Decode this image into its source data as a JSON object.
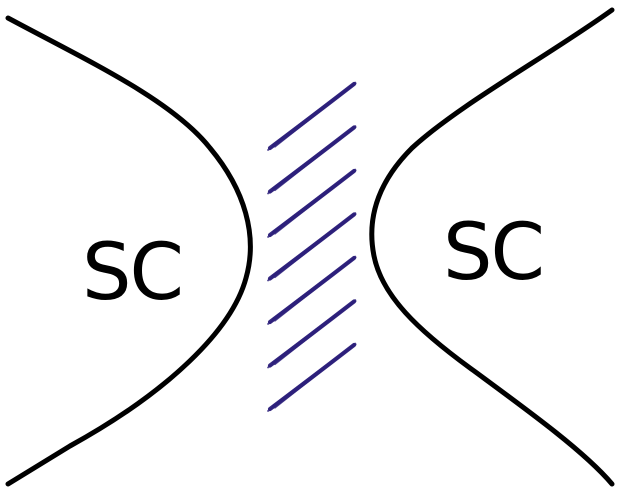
{
  "regions": {
    "left": {
      "label": "SC"
    },
    "right": {
      "label": "SC"
    }
  },
  "colors": {
    "outline": "#000000",
    "hatch": "#2c1f7a",
    "background": "#ffffff"
  },
  "hatch_count": 7
}
